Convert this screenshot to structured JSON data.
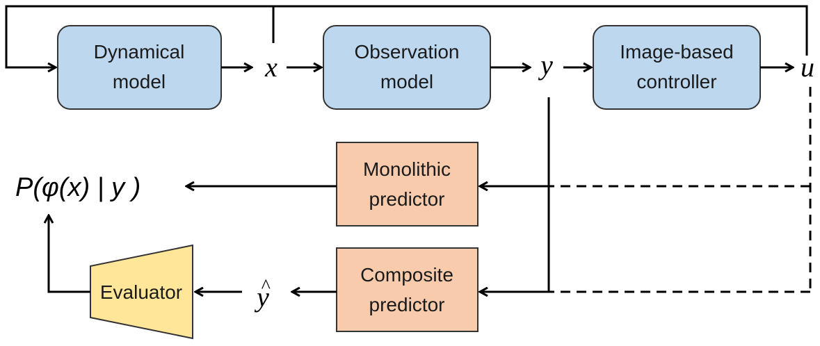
{
  "colors": {
    "model_fill": "#bdd7ee",
    "model_stroke": "#333333",
    "predictor_fill": "#f8cbad",
    "predictor_stroke": "#333333",
    "evaluator_fill": "#ffe699",
    "evaluator_stroke": "#333333",
    "line": "#000000"
  },
  "boxes": {
    "dynamical_model": {
      "line1": "Dynamical",
      "line2": "model"
    },
    "observation_model": {
      "line1": "Observation",
      "line2": "model"
    },
    "controller": {
      "line1": "Image-based",
      "line2": "controller"
    },
    "monolithic_predictor": {
      "line1": "Monolithic",
      "line2": "predictor"
    },
    "composite_predictor": {
      "line1": "Composite",
      "line2": "predictor"
    },
    "evaluator": {
      "label": "Evaluator"
    }
  },
  "variables": {
    "x": "x",
    "y": "y",
    "u": "u",
    "y_hat": "y",
    "y_hat_accent": "^",
    "probability": "P(φ(x) | y )"
  }
}
